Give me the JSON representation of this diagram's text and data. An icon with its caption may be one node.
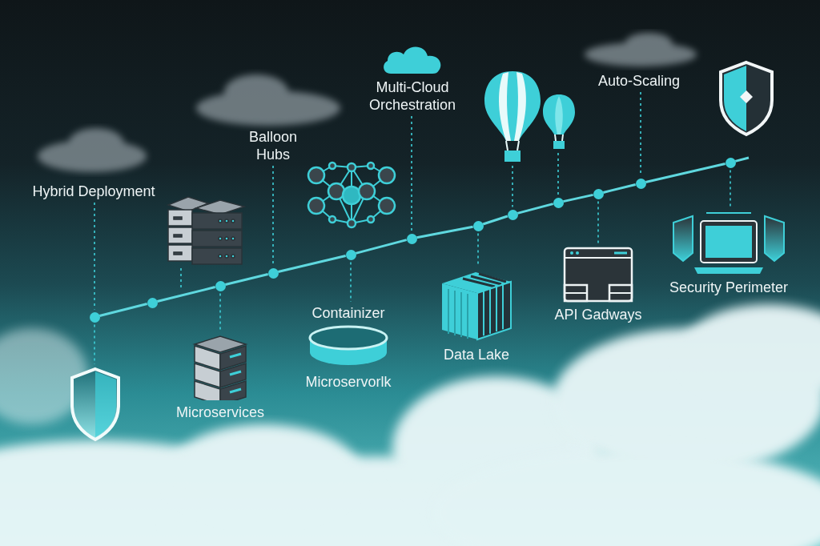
{
  "diagram": {
    "nodes": [
      {
        "text": [],
        "shape": "circle"
      },
      {
        "text": [],
        "shape": "circle"
      },
      {
        "text": [],
        "shape": "circle"
      },
      {
        "text": [],
        "shape": "circle"
      },
      {
        "text": [],
        "shape": "circle"
      },
      {
        "text": [],
        "shape": "circle"
      },
      {
        "text": [],
        "shape": "circle"
      },
      {
        "text": [],
        "shape": "circle"
      },
      {
        "text": [],
        "shape": "circle"
      },
      {
        "text": [],
        "shape": "circle"
      },
      {
        "text": [],
        "shape": "circle"
      },
      {
        "text": [],
        "shape": "circle"
      },
      {
        "text": [
          "Hybrid Deployment"
        ]
      },
      {
        "text": [],
        "shape": "picture"
      },
      {
        "text": [],
        "shape": "picture"
      },
      {
        "text": [
          "Balloon Hubs"
        ]
      },
      {
        "text": [
          "Microservices"
        ]
      },
      {
        "text": [
          "Containizer",
          "Microservorlk"
        ]
      },
      {
        "text": [
          "Multi-Cloud Orchestration"
        ]
      },
      {
        "text": [],
        "shape": "balloon"
      },
      {
        "text": [],
        "shape": "balloon"
      },
      {
        "text": [
          "Data Lake"
        ]
      },
      {
        "text": [
          "API Gadways"
        ]
      },
      {
        "text": [
          "Auto-Scaling"
        ]
      },
      {
        "text": [
          "Security Perimeter"
        ]
      }
    ],
    "edges": [
      {
        "from": 0,
        "to": 1,
        "arrow": "none"
      },
      {
        "from": 1,
        "to": 2,
        "arrow": "none"
      },
      {
        "from": 2,
        "to": 3,
        "arrow": "none"
      },
      {
        "from": 3,
        "to": 4,
        "arrow": "none"
      },
      {
        "from": 4,
        "to": 5,
        "arrow": "none"
      },
      {
        "from": 5,
        "to": 6,
        "arrow": "none"
      },
      {
        "from": 6,
        "to": 7,
        "arrow": "none"
      },
      {
        "from": 7,
        "to": 8,
        "arrow": "none"
      },
      {
        "from": 8,
        "to": 9,
        "arrow": "none"
      },
      {
        "from": 9,
        "to": 10,
        "arrow": "none"
      },
      {
        "from": 10,
        "to": 11,
        "arrow": "none"
      },
      {
        "from": 11,
        "to": null,
        "arrow": "none"
      },
      {
        "from": 12,
        "to": 0,
        "arrow": "none",
        "style": "dashed"
      },
      {
        "from": 0,
        "to": 13,
        "arrow": "none",
        "style": "dashed"
      },
      {
        "from": 14,
        "to": null,
        "arrow": "none",
        "style": "dashed"
      },
      {
        "from": 15,
        "to": 3,
        "arrow": "none",
        "style": "dashed"
      },
      {
        "from": 2,
        "to": 16,
        "arrow": "none",
        "style": "dashed"
      },
      {
        "from": 4,
        "to": 17,
        "arrow": "none",
        "style": "dashed"
      },
      {
        "from": 18,
        "to": 5,
        "arrow": "none",
        "style": "dashed"
      },
      {
        "from": 6,
        "to": 21,
        "arrow": "none",
        "style": "dashed"
      },
      {
        "from": 19,
        "to": 7,
        "arrow": "none",
        "style": "dashed"
      },
      {
        "from": 20,
        "to": 8,
        "arrow": "none",
        "style": "dashed"
      },
      {
        "from": 9,
        "to": 22,
        "arrow": "none",
        "style": "dashed"
      },
      {
        "from": 23,
        "to": 10,
        "arrow": "none",
        "style": "dashed"
      },
      {
        "from": 11,
        "to": 24,
        "arrow": "none",
        "style": "dashed"
      }
    ]
  }
}
